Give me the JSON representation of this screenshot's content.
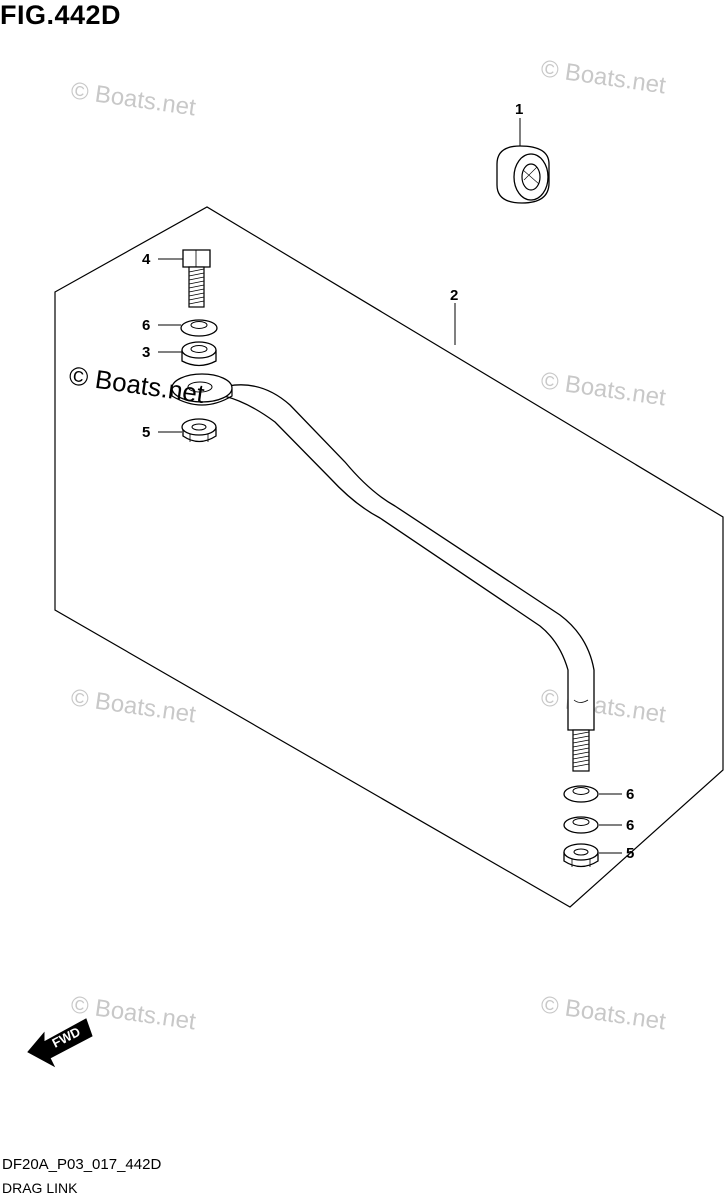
{
  "figure": {
    "title": "FIG.442D",
    "code": "DF20A_P03_017_442D",
    "name": "DRAG LINK"
  },
  "watermark": "© Boats.net",
  "direction_label": "FWD",
  "callouts": [
    "1",
    "2",
    "3",
    "4",
    "5",
    "6",
    "6",
    "6",
    "5"
  ]
}
